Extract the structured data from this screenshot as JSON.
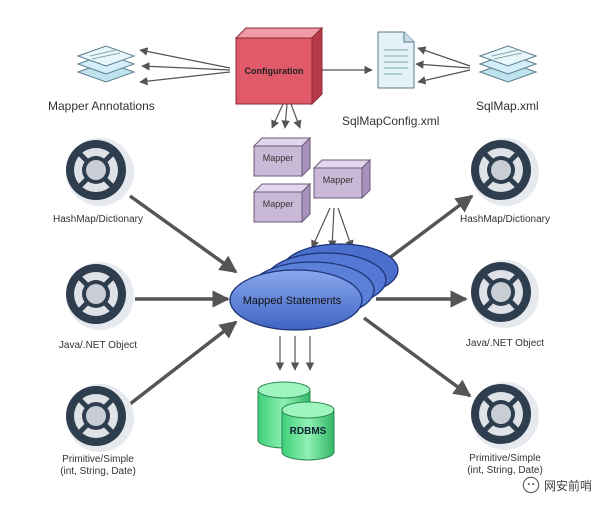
{
  "diagram": {
    "configuration_label": "Configuration",
    "mapper_annotations_label": "Mapper Annotations",
    "sqlmapconfig_label": "SqlMapConfig.xml",
    "sqlmap_label": "SqlMap.xml",
    "mapper_labels": [
      "Mapper",
      "Mapper",
      "Mapper"
    ],
    "mapped_statements_label": "Mapped Statements",
    "rdbms_label": "RDBMS",
    "left_inputs": [
      {
        "line1": "HashMap/Dictionary",
        "line2": ""
      },
      {
        "line1": "Java/.NET Object",
        "line2": ""
      },
      {
        "line1": "Primitive/Simple",
        "line2": "(int, String, Date)"
      }
    ],
    "right_outputs": [
      {
        "line1": "HashMap/Dictionary",
        "line2": ""
      },
      {
        "line1": "Java/.NET Object",
        "line2": ""
      },
      {
        "line1": "Primitive/Simple",
        "line2": "(int, String, Date)"
      }
    ]
  },
  "watermark": {
    "text": "网安前哨",
    "icon": "wechat-icon"
  },
  "colors": {
    "configuration_fill": "#e05a6a",
    "mapper_fill": "#c9b9d6",
    "ellipse_fill": "#5b80d8",
    "rdbms_fill": "#57d98a",
    "arrow": "#555555",
    "ring_dark": "#2f3e4e",
    "ring_light": "#dfe3e8"
  }
}
